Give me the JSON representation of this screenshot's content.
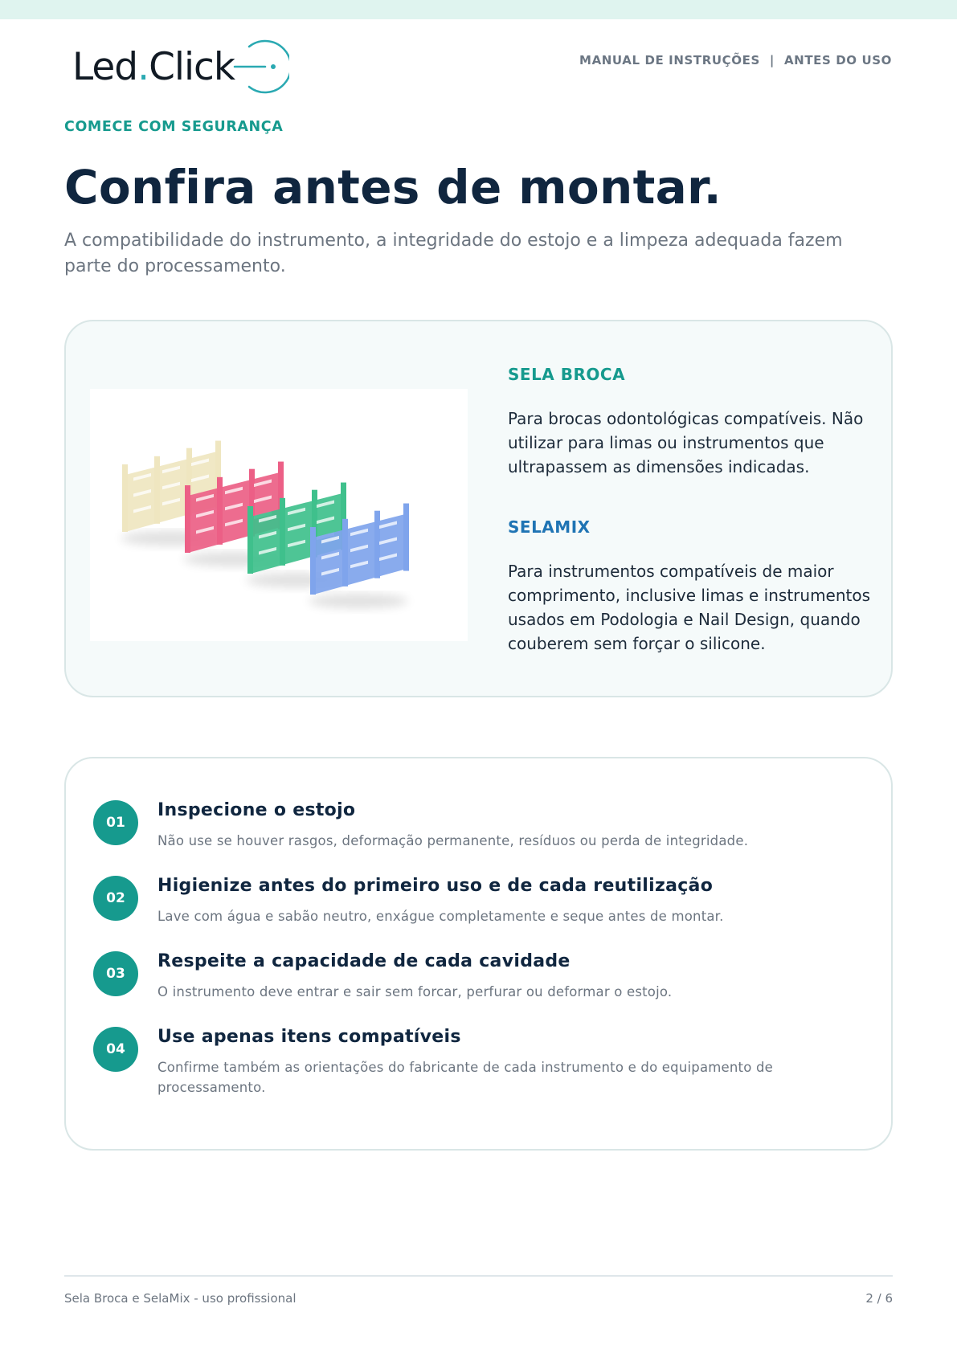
{
  "brand": {
    "logo_text_left": "Led",
    "logo_dot": ".",
    "logo_text_right": "Click"
  },
  "header": {
    "doc_type": "MANUAL DE INSTRUÇÕES",
    "separator": "|",
    "section": "ANTES DO USO"
  },
  "intro": {
    "kicker": "COMECE COM SEGURANÇA",
    "title": "Confira antes de montar.",
    "subtitle": "A compatibilidade do instrumento, a integridade do estojo e a limpeza adequada fazem parte do processamento."
  },
  "products": {
    "image_colors": [
      "#efe6c0",
      "#ec5f86",
      "#3fc08c",
      "#7fa4ec"
    ],
    "sela_broca": {
      "title": "SELA BROCA",
      "color": "#169a8e",
      "text": "Para brocas odontológicas compatíveis. Não utilizar para limas ou instrumentos que ultrapassem as dimensões indicadas."
    },
    "selamix": {
      "title": "SELAMIX",
      "color": "#1f74b4",
      "text": "Para instrumentos compatíveis de maior comprimento, inclusive limas e instrumentos usados em Podologia e Nail Design, quando couberem sem forçar o silicone."
    }
  },
  "steps": [
    {
      "number": "01",
      "title": "Inspecione o estojo",
      "text": "Não use se houver rasgos, deformação permanente, resíduos ou perda de integridade."
    },
    {
      "number": "02",
      "title": "Higienize antes do primeiro uso e de cada reutilização",
      "text": "Lave com água e sabão neutro, enxágue completamente e seque antes de montar."
    },
    {
      "number": "03",
      "title": "Respeite a capacidade de cada cavidade",
      "text": "O instrumento deve entrar e sair sem forcar, perfurar ou deformar o estojo."
    },
    {
      "number": "04",
      "title": "Use apenas itens compatíveis",
      "text": "Confirme também as orientações do fabricante de cada instrumento e do equipamento de processamento."
    }
  ],
  "footer": {
    "left": "Sela Broca e SelaMix - uso profissional",
    "page": "2 / 6"
  }
}
